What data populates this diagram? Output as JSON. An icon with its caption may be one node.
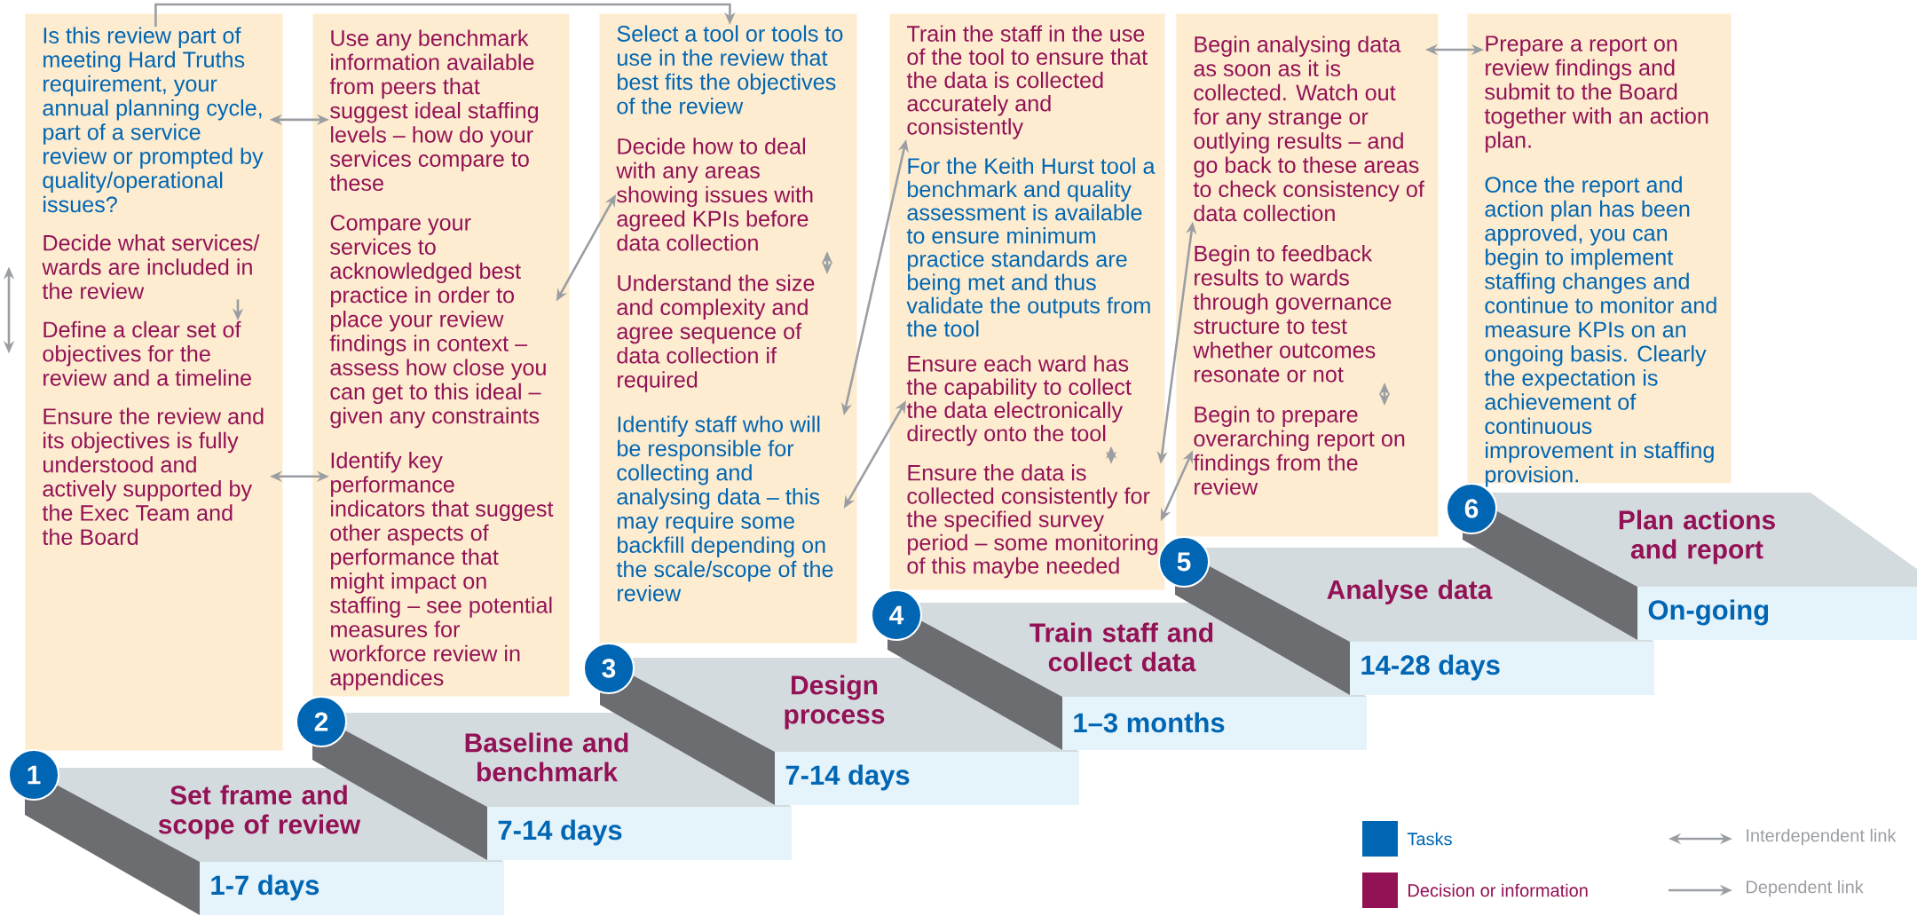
{
  "diagram": {
    "nodes": [
      {
        "text": [],
        "shape": "box"
      },
      {
        "text": [
          "Is this review part of meeting Hard Truths requirement, your annual planning cycle, part of a service review or prompted by quality/operational issues?"
        ],
        "in": 0
      },
      {
        "text": [
          "Decide what services/ wards are included in the review"
        ],
        "in": 0
      },
      {
        "text": [
          "Define a clear set of objectives for the review and a timeline"
        ],
        "in": 0
      },
      {
        "text": [
          "Ensure the review and its objectives is fully understood and actively supported by the Exec Team and the Board"
        ],
        "in": 0
      },
      {
        "text": [],
        "shape": "box"
      },
      {
        "text": [
          "Use any benchmark information available from peers that suggest ideal staffing levels – how do your services compare to these"
        ],
        "in": 5
      },
      {
        "text": [
          "Compare your services to acknowledged best practice in order to place your review findings in context – assess how close you can get to this ideal – given any constraints"
        ],
        "in": 5
      },
      {
        "text": [
          "Identify key performance indicators that suggest other aspects of performance that might impact on staffing – see potential measures for workforce review in appendices"
        ],
        "in": 5
      },
      {
        "text": [],
        "shape": "box"
      },
      {
        "text": [
          "Select a tool or tools to use in the review that best fits the objectives of the review"
        ],
        "in": 9
      },
      {
        "text": [
          "Decide how to deal with any areas showing issues with agreed KPIs before data collection"
        ],
        "in": 9
      },
      {
        "text": [
          "Understand the size and complexity and agree sequence of data collection if required"
        ],
        "in": 9
      },
      {
        "text": [
          "Identify staff who will be responsible for collecting and analysing data – this may require some backfill depending on the scale/scope of the review"
        ],
        "in": 9
      },
      {
        "text": [],
        "shape": "box"
      },
      {
        "text": [
          "Train the staff in the use of the tool to ensure that the data is collected accurately and consistently"
        ],
        "in": 14
      },
      {
        "text": [
          "For the Keith Hurst tool a benchmark and quality assessment is available to ensure minimum practice standards are being met and thus validate the outputs from the tool"
        ],
        "in": 14
      },
      {
        "text": [
          "Ensure each ward has the capability to collect the data electronically directly onto the tool"
        ],
        "in": 14
      },
      {
        "text": [
          "Ensure the data is collected consistently for the specified survey period – some monitoring of this maybe needed"
        ],
        "in": 14
      },
      {
        "text": [],
        "shape": "box"
      },
      {
        "text": [
          "Begin analysing data as soon as it is collected. Watch out for any strange or outlying results – and go back to these areas to check consistency of data collection"
        ],
        "in": 19
      },
      {
        "text": [
          "Begin to feedback results to wards through governance structure to test whether outcomes resonate or not"
        ],
        "in": 19
      },
      {
        "text": [
          "Begin to prepare overarching report on findings from the review"
        ],
        "in": 19
      },
      {
        "text": [],
        "shape": "box"
      },
      {
        "text": [
          "Prepare a report on review findings and submit to the Board together with an action plan."
        ],
        "in": 23
      },
      {
        "text": [
          "Once the report and action plan has been approved, you can begin to implement staffing changes and continue to monitor and measure KPIs on an ongoing basis. Clearly the expectation is achievement of continuous improvement in staffing provision."
        ],
        "in": 23
      },
      {
        "text": [
          "1"
        ]
      },
      {
        "text": [
          "Set frame and scope of review",
          "1-7 days"
        ]
      },
      {
        "text": [
          "2"
        ]
      },
      {
        "text": [
          "Baseline and benchmark",
          "7-14 days"
        ]
      },
      {
        "text": [
          "3"
        ]
      },
      {
        "text": [
          "Design process",
          "7-14 days"
        ]
      },
      {
        "text": [
          "4"
        ]
      },
      {
        "text": [
          "Train staff and collect data",
          "1–3  months"
        ]
      },
      {
        "text": [
          "5"
        ]
      },
      {
        "text": [
          "Analyse data",
          "14-28  days"
        ]
      },
      {
        "text": [
          "6"
        ]
      },
      {
        "text": [
          "Plan actions and report",
          "On-going"
        ]
      }
    ],
    "edges": [
      {
        "from": 1,
        "to": 10,
        "arrow": "to"
      },
      {
        "from": 2,
        "to": 3,
        "arrow": "both"
      },
      {
        "from": 2,
        "to": 3,
        "arrow": "to"
      },
      {
        "from": 1,
        "to": 6,
        "arrow": "both"
      },
      {
        "from": 4,
        "to": 8,
        "arrow": "both"
      },
      {
        "from": 7,
        "to": 11,
        "arrow": "both"
      },
      {
        "from": 11,
        "to": 12,
        "arrow": "both"
      },
      {
        "from": 13,
        "to": 15,
        "arrow": "both"
      },
      {
        "from": 13,
        "to": 17,
        "arrow": "both"
      },
      {
        "from": 17,
        "to": 18,
        "arrow": "both"
      },
      {
        "from": 18,
        "to": 20,
        "arrow": "both"
      },
      {
        "from": 18,
        "to": 22,
        "arrow": "both"
      },
      {
        "from": 21,
        "to": 22,
        "arrow": "both"
      },
      {
        "from": 20,
        "to": 24,
        "arrow": "both"
      }
    ],
    "legend": [
      {
        "text": "Tasks",
        "color": "#0066b3"
      },
      {
        "text": "Decision or information",
        "color": "#931256"
      },
      {
        "text": "Interdependent link"
      },
      {
        "text": "Dependent link"
      }
    ]
  }
}
